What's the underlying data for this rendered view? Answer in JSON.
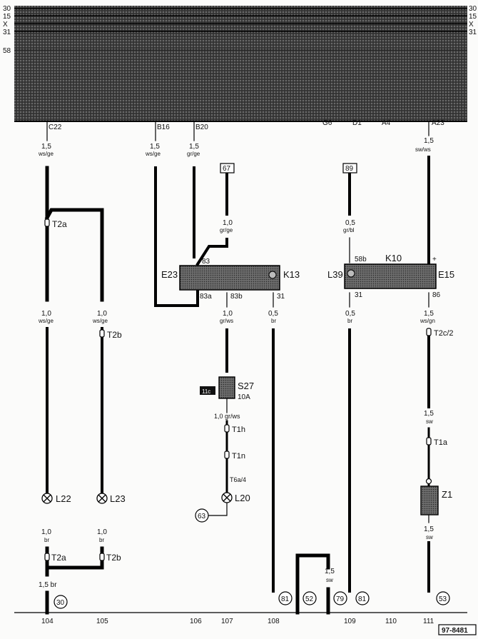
{
  "rails": {
    "r30": "30",
    "r15": "15",
    "rx": "X",
    "r31": "31",
    "r58": "58"
  },
  "rails_right": {
    "r30": "30",
    "r15": "15",
    "rx": "X",
    "r31": "31"
  },
  "pins_top": {
    "c22": "C22",
    "b16": "B16",
    "b20": "B20",
    "g6": "G6",
    "d1": "D1",
    "a4": "A4",
    "a23": "A23"
  },
  "wires": {
    "w1_size": "1,5",
    "w1_color": "ws/ge",
    "w2_size": "1,5",
    "w2_color": "ws/ge",
    "w3_size": "1,5",
    "w3_color": "gr/ge",
    "w4_size": "1,5",
    "w4_color": "sw/ws",
    "w5_size": "1,0",
    "w5_color": "gr/ge",
    "w6_size": "0,5",
    "w6_color": "gr/bl",
    "w7_size": "1,0",
    "w7_color": "ws/ge",
    "w8_size": "1,0",
    "w8_color": "ws/ge",
    "w9_size": "1,0",
    "w9_color": "gr/ws",
    "w10_size": "0,5",
    "w10_color": "br",
    "w11_size": "0,5",
    "w11_color": "br",
    "w12_size": "1,5",
    "w12_color": "ws/gn",
    "w13": "1,0 gr/ws",
    "w14_size": "1,5",
    "w14_color": "sw",
    "w15_size": "1,5",
    "w15_color": "sw",
    "w16_size": "1,0",
    "w16_color": "br",
    "w17_size": "1,0",
    "w17_color": "br",
    "w18": "1,5 br",
    "w19_size": "1,5",
    "w19_color": "sw"
  },
  "refs": {
    "r67": "67",
    "r89": "89",
    "r63": "63",
    "r30": "30",
    "r81a": "81",
    "r52": "52",
    "r79": "79",
    "r81b": "81",
    "r53": "53",
    "fuse_box": "11c"
  },
  "components": {
    "t2a_top": "T2a",
    "t2b_top": "T2b",
    "t2c": "T2c/2",
    "t1h": "T1h",
    "t1n": "T1n",
    "t6a": "T6a/4",
    "t1a": "T1a",
    "t2a_bot": "T2a",
    "t2b_bot": "T2b",
    "l22": "L22",
    "l23": "L23",
    "l20": "L20",
    "l39": "L39",
    "e23": "E23",
    "k13": "K13",
    "k10": "K10",
    "e15": "E15",
    "s27": "S27",
    "fuse_rating": "10A",
    "z1": "Z1"
  },
  "pins": {
    "p83": "83",
    "p83a": "83a",
    "p83b": "83b",
    "p31a": "31",
    "p58b": "58b",
    "p31b": "31",
    "p86": "86",
    "plus": "+"
  },
  "bottom_numbers": [
    "104",
    "105",
    "106",
    "107",
    "108",
    "109",
    "110",
    "111"
  ],
  "figure_id": "97-8481"
}
